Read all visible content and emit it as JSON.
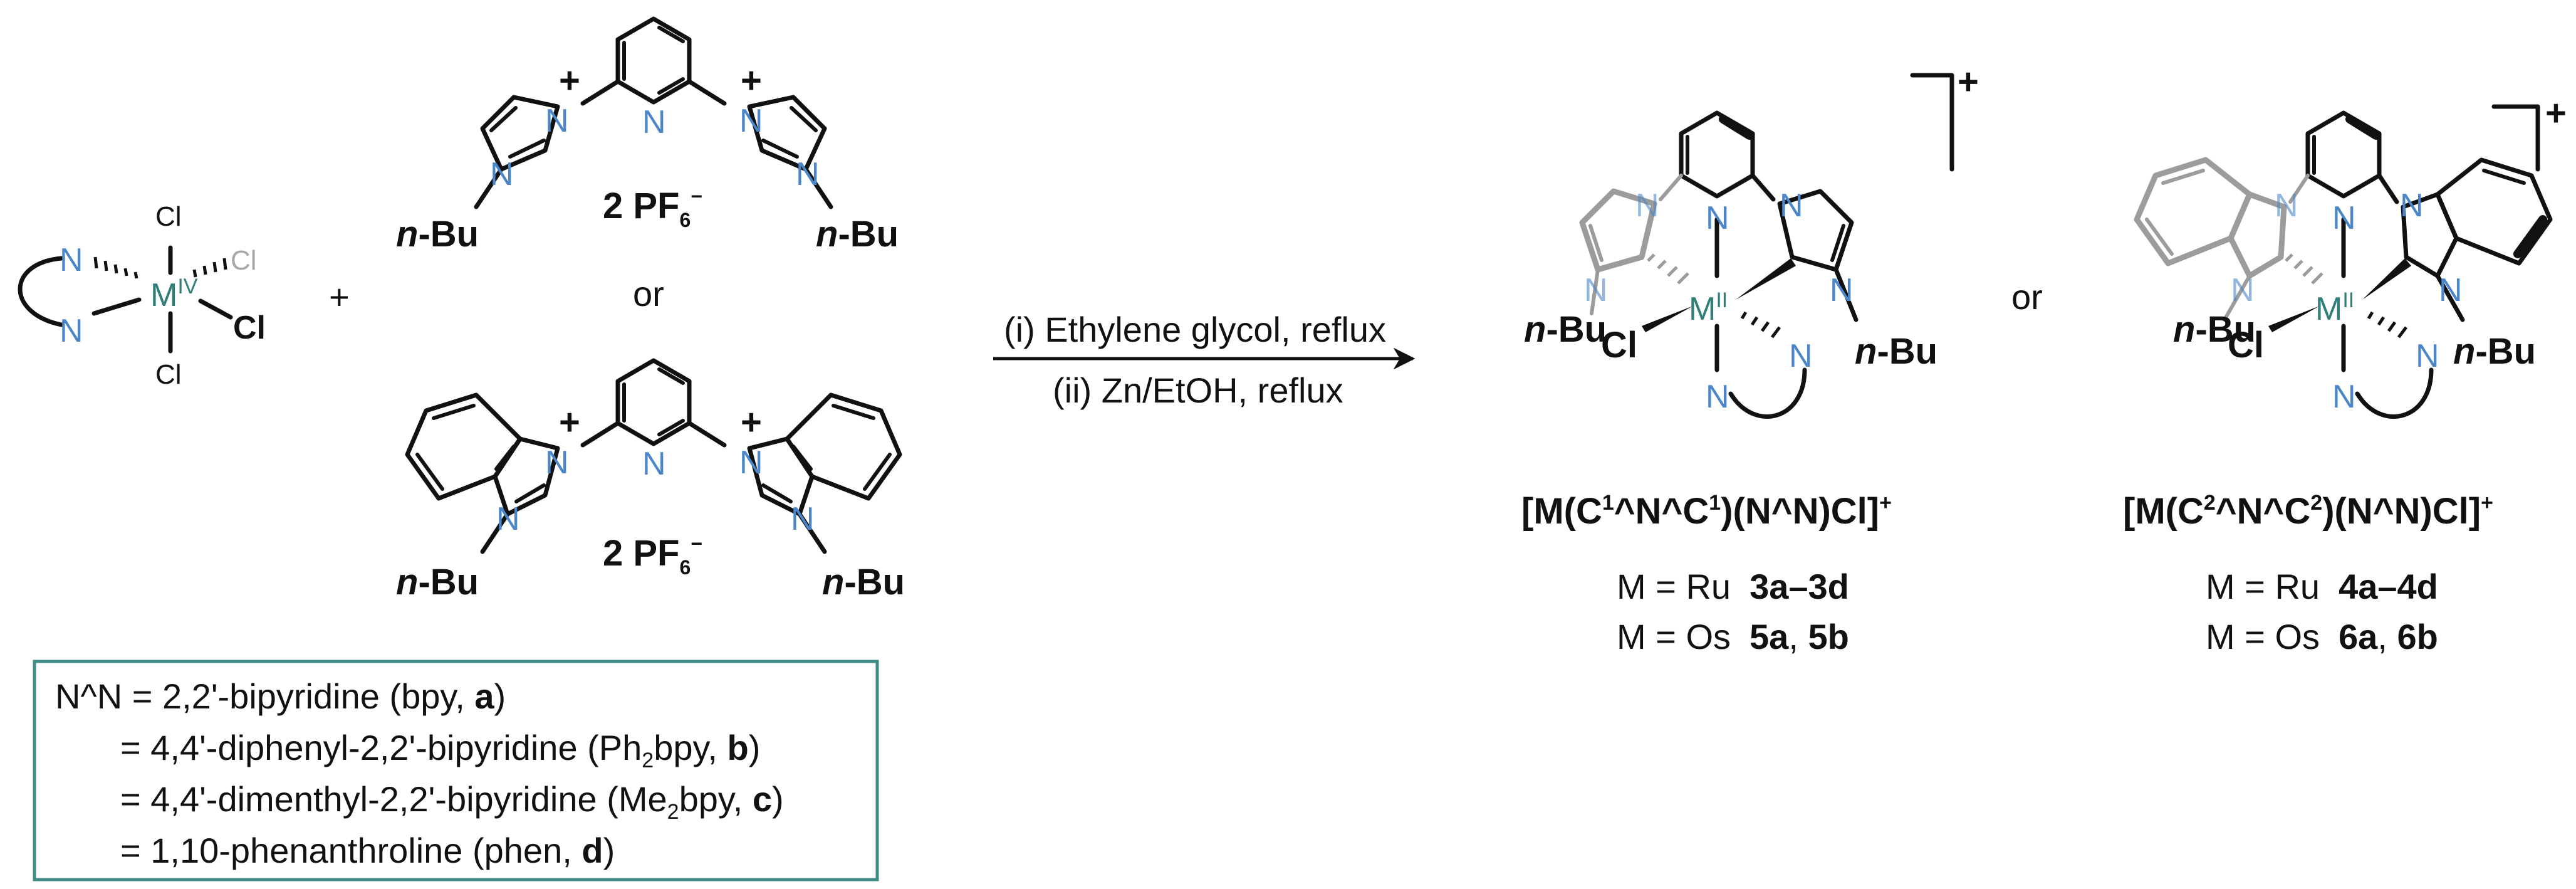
{
  "colors": {
    "nitrogen": "#4a86c8",
    "metal": "#2f7e78",
    "gray": "#a8a8a8",
    "box_border": "#3d8c86",
    "text": "#111111"
  },
  "reactant": {
    "metal": "M",
    "oxidation": "IV",
    "cl": "Cl",
    "n": "N",
    "plus": "+"
  },
  "ligands": {
    "charge": "+",
    "counterion": "2 PF",
    "counterion_sub": "6",
    "counterion_sup": "−",
    "nbu_prefix": "n",
    "nbu_suffix": "-Bu",
    "or": "or"
  },
  "arrow": {
    "condition_1": "(i) Ethylene glycol, reflux",
    "condition_2": "(ii) Zn/EtOH, reflux"
  },
  "products": {
    "metal": "M",
    "oxidation": "II",
    "cl": "Cl",
    "charge": "+",
    "or": "or",
    "complex_1": {
      "formula": "[M(C",
      "sup_a": "1",
      "mid": "^N^C",
      "sup_b": "1",
      "tail": ")(N^N)Cl]",
      "charge": "+",
      "row1_prefix": "M = Ru",
      "row1_ids": "3a–3d",
      "row2_prefix": "M = Os",
      "row2_id_a": "5a",
      "row2_sep": ", ",
      "row2_id_b": "5b"
    },
    "complex_2": {
      "formula": "[M(C",
      "sup_a": "2",
      "mid": "^N^C",
      "sup_b": "2",
      "tail": ")(N^N)Cl]",
      "charge": "+",
      "row1_prefix": "M = Ru",
      "row1_ids": "4a–4d",
      "row2_prefix": "M = Os",
      "row2_id_a": "6a",
      "row2_sep": ", ",
      "row2_id_b": "6b"
    }
  },
  "legend": {
    "row1_prefix": "N^N = 2,2'-bipyridine (bpy, ",
    "row1_id": "a",
    "row1_close": ")",
    "row2_prefix": "= 4,4'-diphenyl-2,2'-bipyridine (Ph",
    "row2_sub": "2",
    "row2_mid": "bpy, ",
    "row2_id": "b",
    "row2_close": ")",
    "row3_prefix": "= 4,4'-dimenthyl-2,2'-bipyridine (Me",
    "row3_sub": "2",
    "row3_mid": "bpy, ",
    "row3_id": "c",
    "row3_close": ")",
    "row4_prefix": "= 1,10-phenanthroline (phen, ",
    "row4_id": "d",
    "row4_close": ")"
  }
}
